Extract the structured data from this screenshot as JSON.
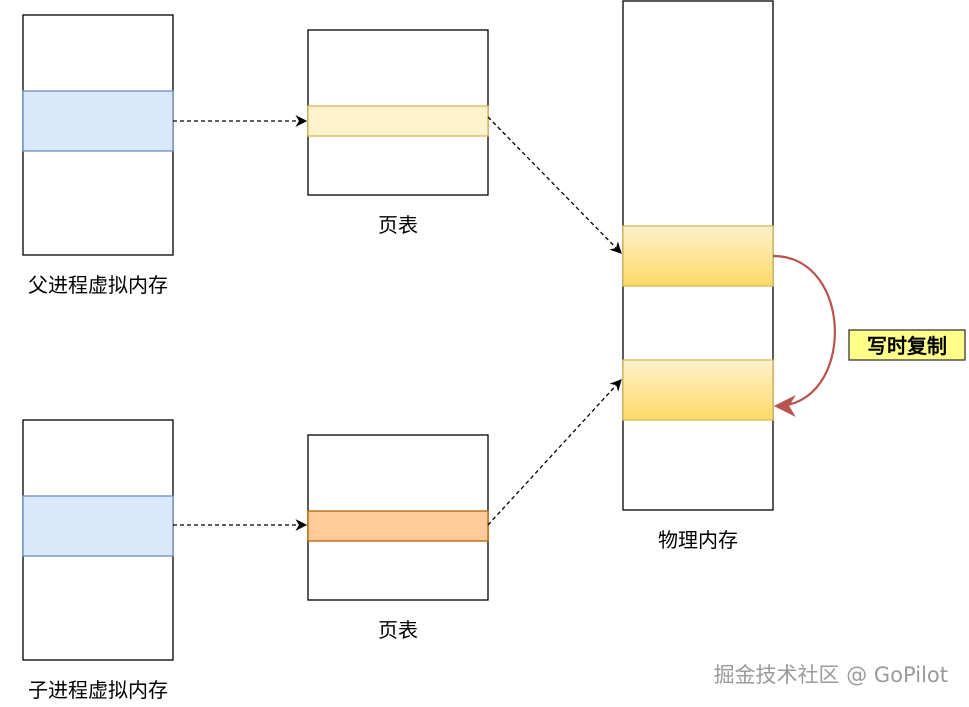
{
  "labels": {
    "parent_virtual_memory": "父进程虚拟内存",
    "child_virtual_memory": "子进程虚拟内存",
    "page_table_top": "页表",
    "page_table_bottom": "页表",
    "physical_memory": "物理内存",
    "copy_on_write": "写时复制",
    "watermark": "掘金技术社区 @ GoPilot"
  },
  "colors": {
    "virtual_block_fill": "#dae8fc",
    "virtual_block_stroke": "#6c8ebf",
    "pte_parent_fill": "#fff2cc",
    "pte_parent_stroke": "#d6b656",
    "pte_child_fill": "#ffcc99",
    "pte_child_stroke": "#b46504",
    "physical_block_fill_top": "#fff2cc",
    "physical_block_fill_bottom": "#ffd966",
    "physical_block_stroke": "#d6b656",
    "cow_arrow": "#b85450",
    "badge_fill": "#ffff88",
    "badge_stroke": "#36393d"
  }
}
